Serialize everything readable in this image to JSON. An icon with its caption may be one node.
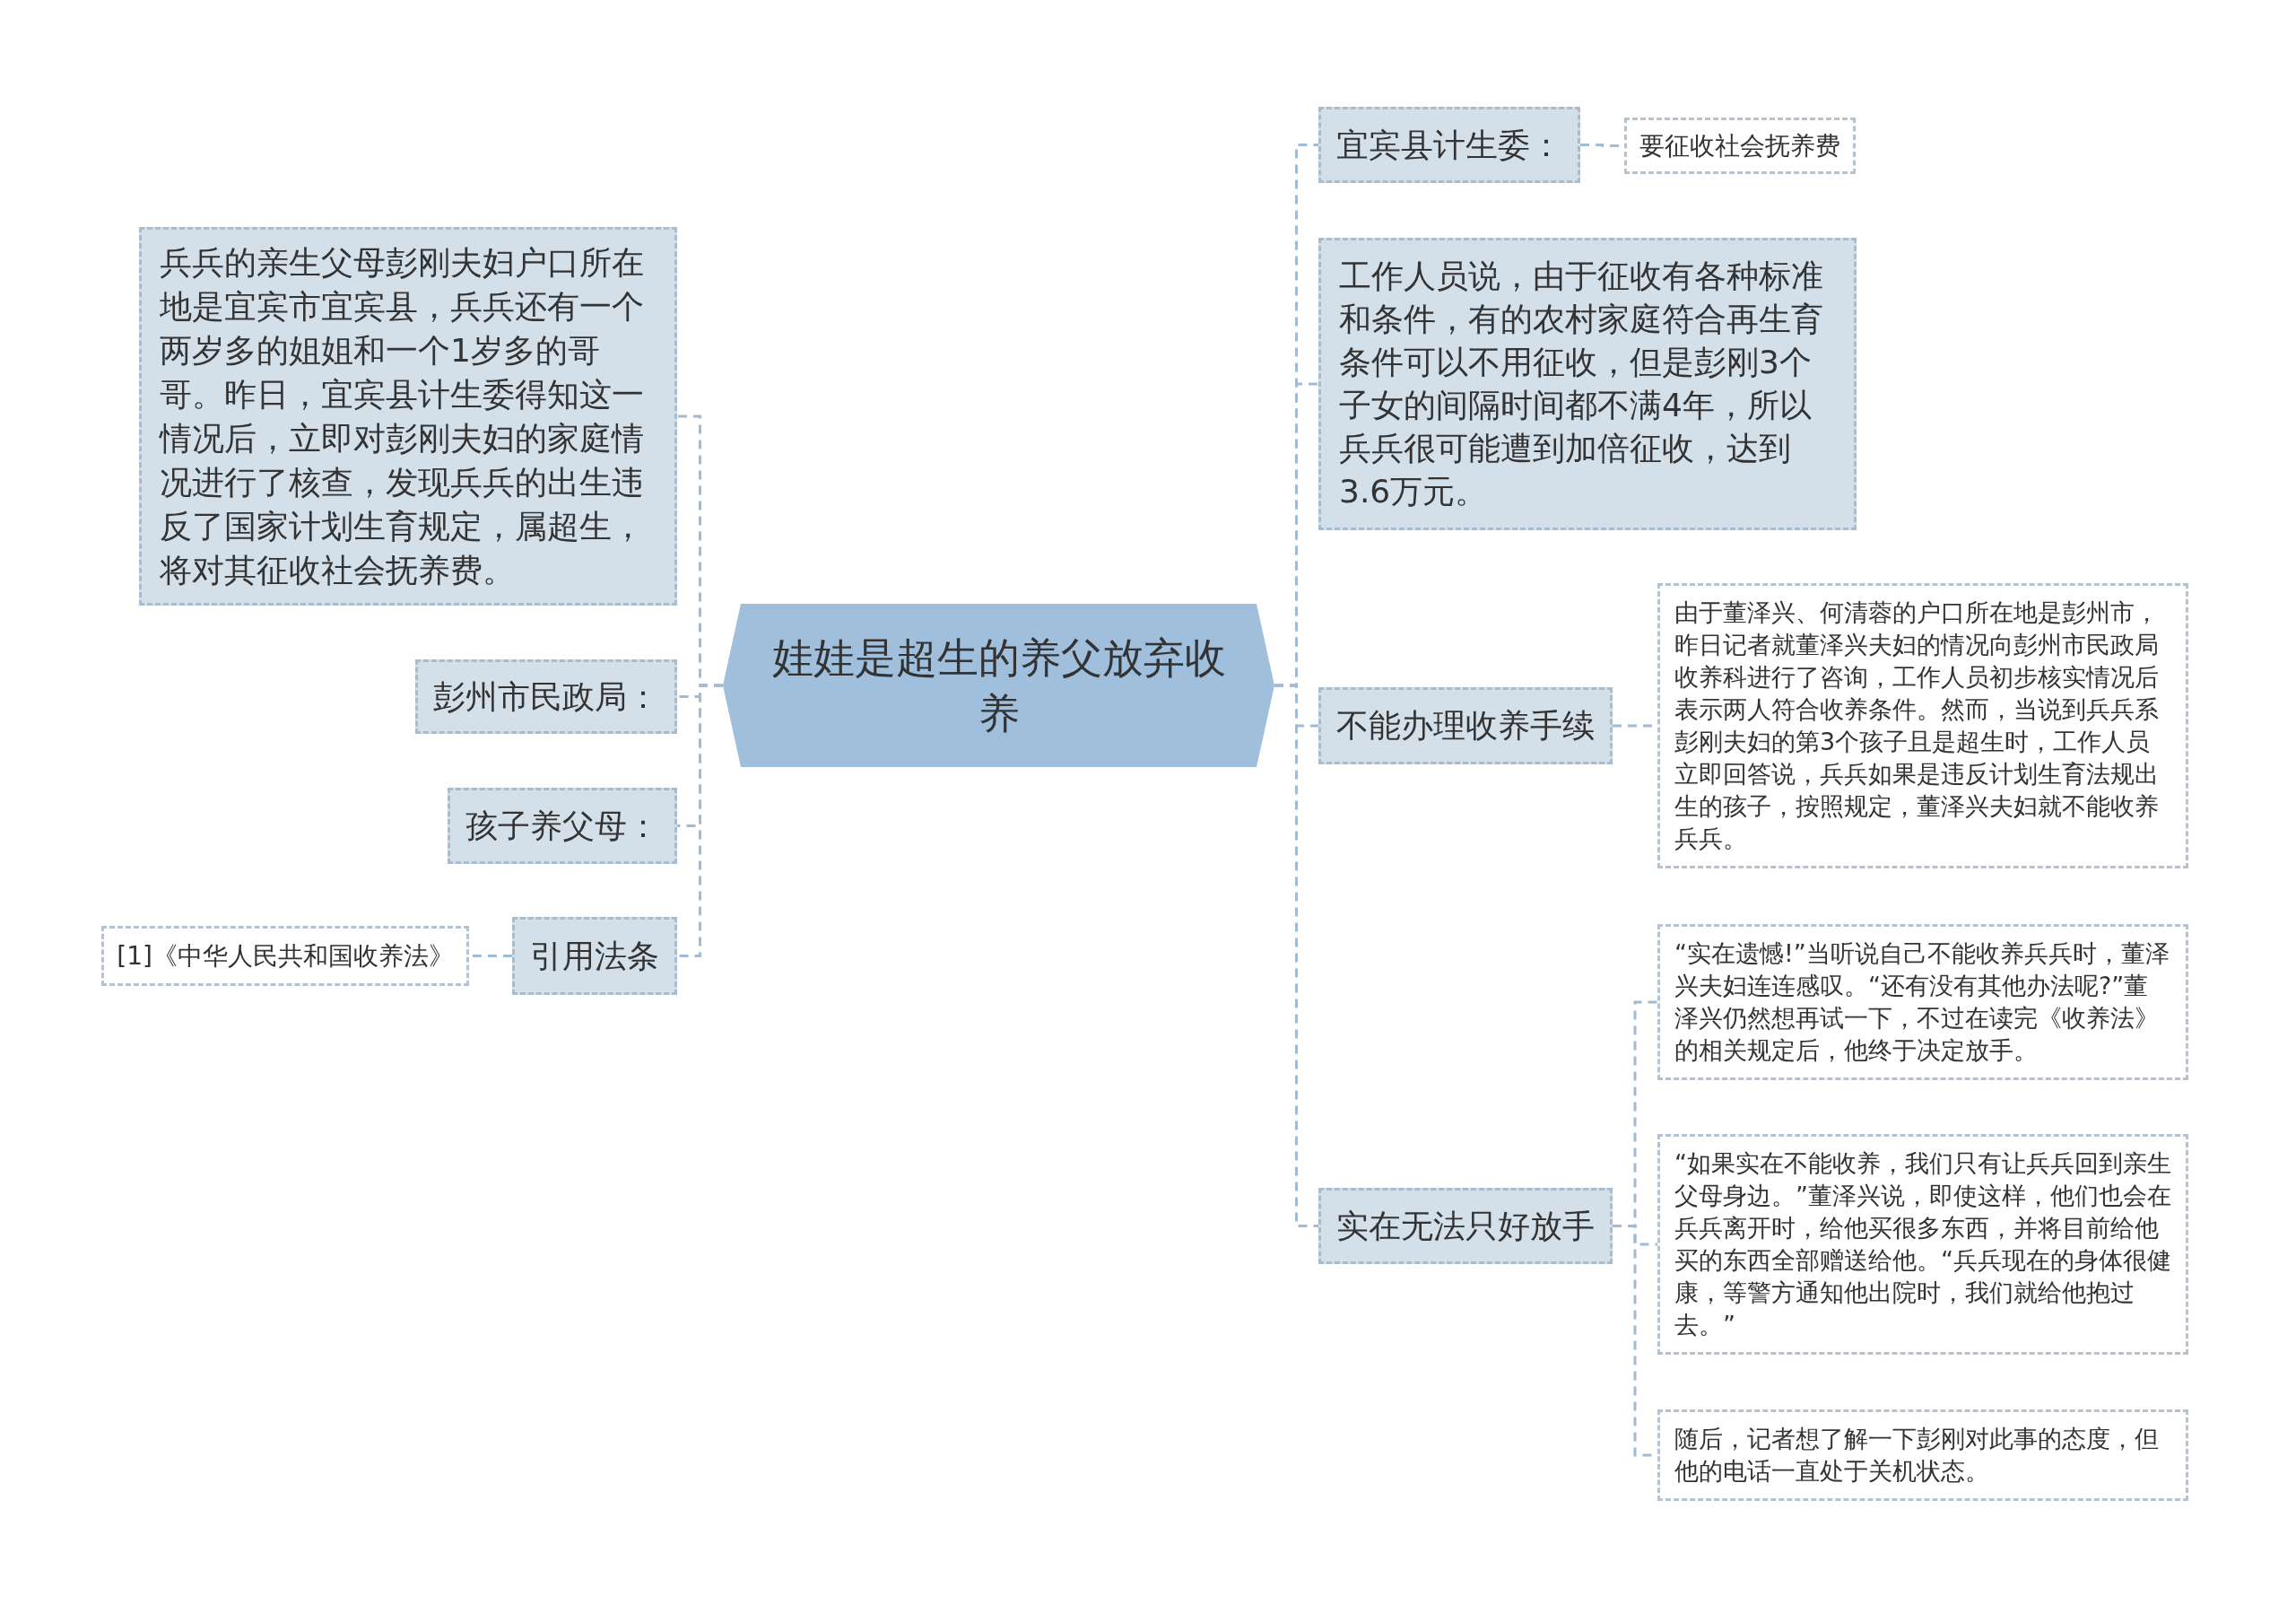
{
  "diagram": {
    "nodes": [
      {
        "text": [
          "娃娃是超生的养父放弃收养"
        ]
      },
      {
        "text": [
          "兵兵的亲生父母彭刚夫妇户口所在地是宜宾市宜宾县，兵兵还有一个两岁多的姐姐和一个1岁多的哥哥。昨日，宜宾县计生委得知这一情况后，立即对彭刚夫妇的家庭情况进行了核查，发现兵兵的出生违反了国家计划生育规定，属超生，将对其征收社会抚养费。"
        ]
      },
      {
        "text": [
          "彭州市民政局："
        ]
      },
      {
        "text": [
          "孩子养父母："
        ]
      },
      {
        "text": [
          "引用法条"
        ]
      },
      {
        "text": [
          "[1]《中华人民共和国收养法》"
        ]
      },
      {
        "text": [
          "宜宾县计生委："
        ]
      },
      {
        "text": [
          "要征收社会抚养费"
        ]
      },
      {
        "text": [
          "工作人员说，由于征收有各种标准和条件，有的农村家庭符合再生育条件可以不用征收，但是彭刚3个子女的间隔时间都不满4年，所以兵兵很可能遭到加倍征收，达到3.6万元。"
        ]
      },
      {
        "text": [
          "不能办理收养手续"
        ]
      },
      {
        "text": [
          "由于董泽兴、何清蓉的户口所在地是彭州市，昨日记者就董泽兴夫妇的情况向彭州市民政局收养科进行了咨询，工作人员初步核实情况后表示两人符合收养条件。然而，当说到兵兵系彭刚夫妇的第3个孩子且是超生时，工作人员立即回答说，兵兵如果是违反计划生育法规出生的孩子，按照规定，董泽兴夫妇就不能收养兵兵。"
        ]
      },
      {
        "text": [
          "实在无法只好放手"
        ]
      },
      {
        "text": [
          "“实在遗憾!”当听说自己不能收养兵兵时，董泽兴夫妇连连感叹。“还有没有其他办法呢?”董泽兴仍然想再试一下，不过在读完《收养法》的相关规定后，他终于决定放手。"
        ]
      },
      {
        "text": [
          "“如果实在不能收养，我们只有让兵兵回到亲生父母身边。”董泽兴说，即使这样，他们也会在兵兵离开时，给他买很多东西，并将目前给他买的东西全部赠送给他。“兵兵现在的身体很健康，等警方通知他出院时，我们就给他抱过去。”"
        ]
      },
      {
        "text": [
          "随后，记者想了解一下彭刚对此事的态度，但他的电话一直处于关机状态。"
        ]
      }
    ],
    "edges": [
      {
        "from": 0,
        "to": 1,
        "arrow": "none",
        "style": "dashed"
      },
      {
        "from": 0,
        "to": 2,
        "arrow": "none",
        "style": "dashed"
      },
      {
        "from": 0,
        "to": 3,
        "arrow": "none",
        "style": "dashed"
      },
      {
        "from": 0,
        "to": 4,
        "arrow": "none",
        "style": "dashed"
      },
      {
        "from": 4,
        "to": 5,
        "arrow": "none",
        "style": "dashed"
      },
      {
        "from": 0,
        "to": 6,
        "arrow": "none",
        "style": "dashed"
      },
      {
        "from": 6,
        "to": 7,
        "arrow": "none",
        "style": "dashed"
      },
      {
        "from": 0,
        "to": 8,
        "arrow": "none",
        "style": "dashed"
      },
      {
        "from": 0,
        "to": 9,
        "arrow": "none",
        "style": "dashed"
      },
      {
        "from": 9,
        "to": 10,
        "arrow": "none",
        "style": "dashed"
      },
      {
        "from": 0,
        "to": 11,
        "arrow": "none",
        "style": "dashed"
      },
      {
        "from": 11,
        "to": 12,
        "arrow": "none",
        "style": "dashed"
      },
      {
        "from": 11,
        "to": 13,
        "arrow": "none",
        "style": "dashed"
      },
      {
        "from": 11,
        "to": 14,
        "arrow": "none",
        "style": "dashed"
      }
    ]
  }
}
